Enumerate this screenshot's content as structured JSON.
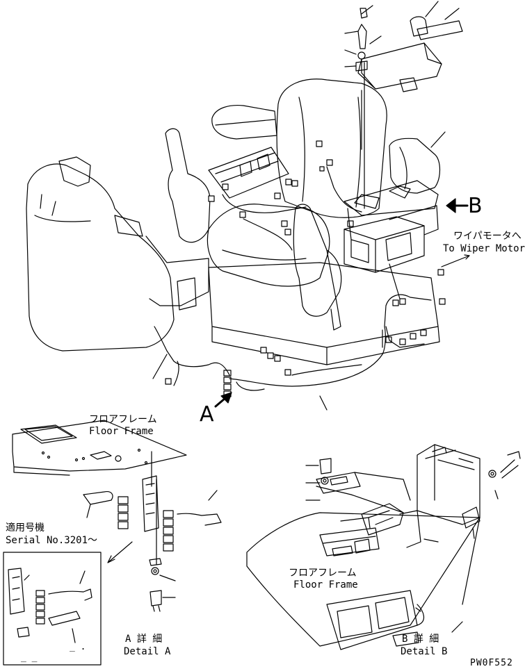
{
  "views": {
    "A": {
      "letter": "A"
    },
    "B": {
      "letter": "B"
    }
  },
  "annotations": {
    "wiper_jp": "ワイパモータへ",
    "wiper_en": "To Wiper Motor",
    "floor_frame_jp": "フロアフレーム",
    "floor_frame_en": "Floor Frame",
    "floor_frame2_jp": "フロアフレーム",
    "floor_frame2_en": "Floor Frame",
    "serial_jp": "適用号機",
    "serial_en": "Serial No.3201～",
    "detail_a_jp": "A 詳 細",
    "detail_a_en": "Detail A",
    "detail_b_jp": "B 詳 細",
    "detail_b_en": "Detail B",
    "drawing_code": "PW0F552",
    "dash_marks": "_ _",
    "dash_mark_2": "_ ."
  }
}
